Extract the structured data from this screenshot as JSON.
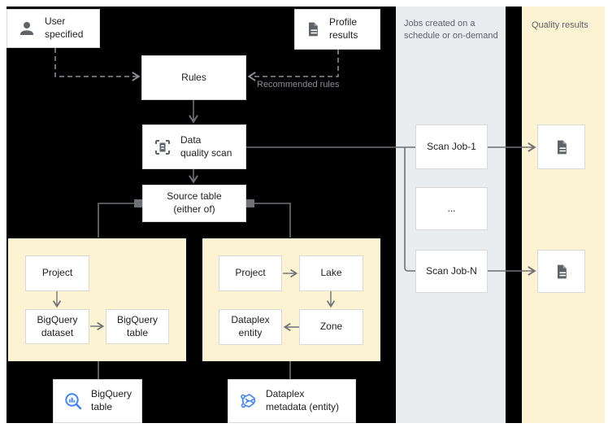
{
  "panels": {
    "jobs": {
      "title": "Jobs created on a\nschedule or on-demand"
    },
    "quality": {
      "title": "Quality results"
    }
  },
  "nodes": {
    "user_specified": "User\nspecified",
    "profile_results": "Profile\nresults",
    "rules": "Rules",
    "recommended_rules": "Recommended rules",
    "data_quality_scan": "Data\nquality scan",
    "source_table": "Source table\n(either of)",
    "project_bq": "Project",
    "bigquery_dataset": "BigQuery\ndataset",
    "bigquery_table_inner": "BigQuery\ntable",
    "project_dp": "Project",
    "lake": "Lake",
    "zone": "Zone",
    "dataplex_entity": "Dataplex\nentity",
    "bigquery_table_node": "BigQuery\ntable",
    "dataplex_metadata": "Dataplex\nmetadata (entity)",
    "scan_job_1": "Scan Job-1",
    "scan_job_more": "...",
    "scan_job_n": "Scan Job-N"
  },
  "colors": {
    "canvas_bg": "#000000",
    "panel_gray": "#e9edef",
    "panel_yellow": "#fcf3d3",
    "box_border": "#d9d9d9",
    "connector": "#6e7276",
    "dashed_connector": "#8a8f94",
    "icon_gray": "#5f6368",
    "icon_blue": "#4285f4",
    "text_dark": "#202124",
    "text_muted": "#5f6368"
  }
}
